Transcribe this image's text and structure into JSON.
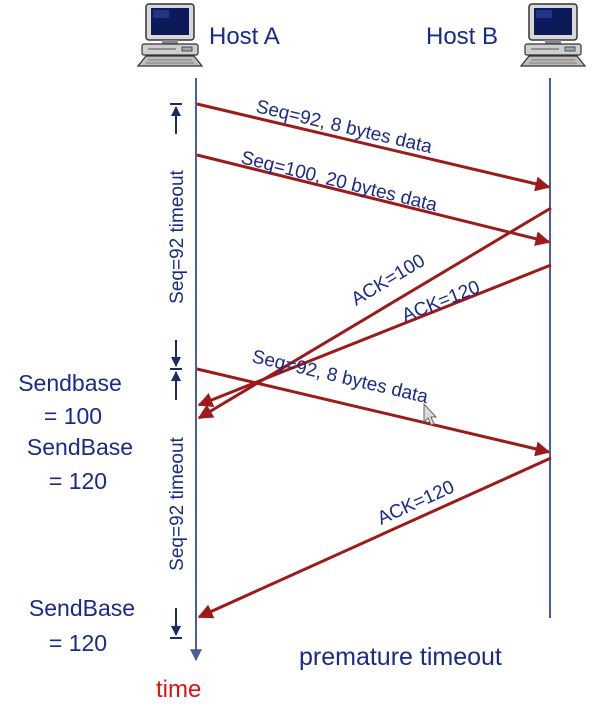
{
  "hosts": {
    "a": "Host A",
    "b": "Host B"
  },
  "messages": {
    "seq92_first": "Seq=92, 8 bytes data",
    "seq100": "Seq=100, 20 bytes data",
    "ack100": "ACK=100",
    "ack120_first": "ACK=120",
    "seq92_retransmit": "Seq=92, 8 bytes data",
    "ack120_second": "ACK=120"
  },
  "timeouts": {
    "first": "Seq=92 timeout",
    "second": "Seq=92 timeout"
  },
  "sendbase": {
    "s1_line1": "Sendbase",
    "s1_line2": "= 100",
    "s2_line1": "SendBase",
    "s2_line2": "= 120",
    "s3_line1": "SendBase",
    "s3_line2": "= 120"
  },
  "time_label": "time",
  "caption": "premature timeout",
  "colors": {
    "arrow": "#9b1b1b",
    "text": "#1a2a8a",
    "time": "#e01010",
    "timeline": "#4a5f9a"
  },
  "icons": {
    "host_a": "computer-icon",
    "host_b": "computer-icon"
  }
}
